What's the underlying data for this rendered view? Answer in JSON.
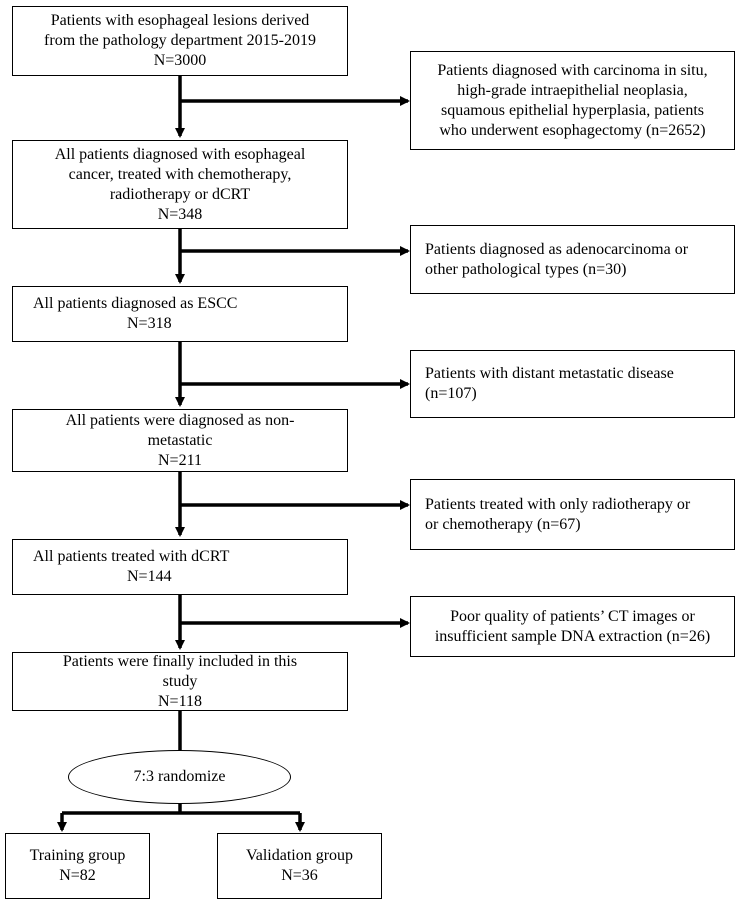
{
  "main_boxes": [
    {
      "lines": [
        "Patients with esophageal lesions derived",
        "from the pathology department 2015-2019",
        "N=3000"
      ]
    },
    {
      "lines": [
        "All patients diagnosed with esophageal",
        "cancer, treated with chemotherapy,",
        "radiotherapy or dCRT",
        "N=348"
      ]
    },
    {
      "lines": [
        "All patients diagnosed as ESCC",
        "N=318"
      ]
    },
    {
      "lines": [
        "All patients were diagnosed as non-",
        "metastatic",
        "N=211"
      ]
    },
    {
      "lines": [
        "All patients treated with dCRT",
        "N=144"
      ]
    },
    {
      "lines": [
        "Patients were finally included in this",
        "study",
        "N=118"
      ]
    }
  ],
  "exclusion_boxes": [
    {
      "lines": [
        "Patients diagnosed with carcinoma in situ,",
        "high-grade intraepithelial neoplasia,",
        "squamous epithelial hyperplasia, patients",
        "who underwent esophagectomy (n=2652)"
      ]
    },
    {
      "lines": [
        "Patients diagnosed as adenocarcinoma or",
        "other pathological types (n=30)"
      ]
    },
    {
      "lines": [
        "Patients with distant metastatic disease",
        "(n=107)"
      ]
    },
    {
      "lines": [
        "Patients treated with only radiotherapy or",
        "or chemotherapy (n=67)"
      ]
    },
    {
      "lines": [
        "Poor quality of patients’ CT images or",
        "insufficient sample DNA extraction (n=26)"
      ]
    }
  ],
  "randomize": {
    "label": "7:3 randomize"
  },
  "groups": [
    {
      "lines": [
        "Training group",
        "N=82"
      ]
    },
    {
      "lines": [
        "Validation group",
        "N=36"
      ]
    }
  ]
}
